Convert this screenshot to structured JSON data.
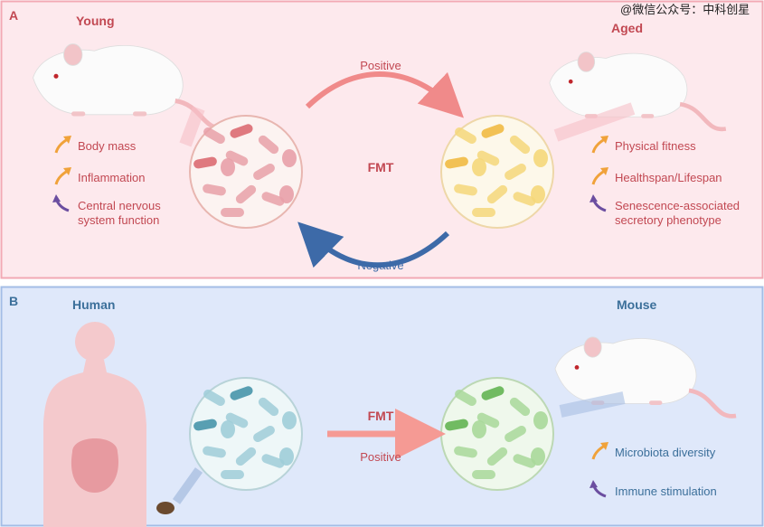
{
  "watermark": "@微信公众号：中科创星",
  "panel_a": {
    "letter": "A",
    "left_title": "Young",
    "right_title": "Aged",
    "center_label": "FMT",
    "top_arrow_label": "Positive",
    "bottom_arrow_label": "Negative",
    "left_effects": [
      {
        "text": "Body mass",
        "direction": "up"
      },
      {
        "text": "Inflammation",
        "direction": "up"
      },
      {
        "text": [
          "Central nervous",
          "system function"
        ],
        "direction": "down"
      }
    ],
    "right_effects": [
      {
        "text": "Physical fitness",
        "direction": "up"
      },
      {
        "text": "Healthspan/Lifespan",
        "direction": "up"
      },
      {
        "text": [
          "Senescence-associated",
          "secretory phenotype"
        ],
        "direction": "down"
      }
    ],
    "colors": {
      "bg": "#fde9ed",
      "border": "#f2a9b4",
      "positive_arrow": "#f08a8a",
      "negative_arrow": "#3d6aa8",
      "left_microbe": "#e8a0a8",
      "right_microbe": "#f5d77a"
    }
  },
  "panel_b": {
    "letter": "B",
    "left_title": "Human",
    "right_title": "Mouse",
    "center_label": "FMT",
    "arrow_label": "Positive",
    "right_effects": [
      {
        "text": "Microbiota diversity",
        "direction": "up"
      },
      {
        "text": "Immune stimulation",
        "direction": "down"
      }
    ],
    "colors": {
      "bg": "#dfe8fa",
      "border": "#a3bde6",
      "arrow": "#f59a94",
      "left_microbe": "#9fcdd8",
      "right_microbe": "#a8d89a"
    }
  },
  "icons": {
    "up": "arrow-up-curved-icon",
    "down": "arrow-down-curved-icon",
    "up_color": "#f0a23a",
    "down_color": "#6b4ea0"
  }
}
